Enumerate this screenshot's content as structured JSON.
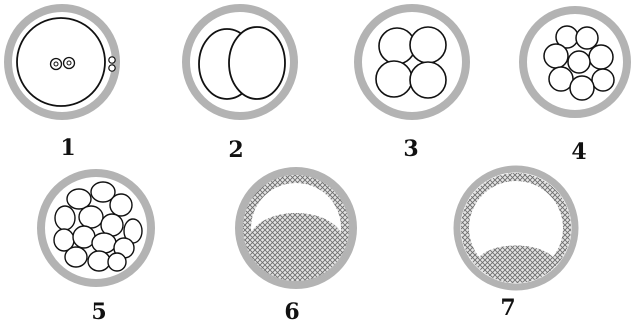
{
  "stages": [
    {
      "label": "1",
      "name": "zygote"
    },
    {
      "label": "2",
      "name": "two-cell"
    },
    {
      "label": "3",
      "name": "four-cell"
    },
    {
      "label": "4",
      "name": "eight-cell"
    },
    {
      "label": "5",
      "name": "morula"
    },
    {
      "label": "6",
      "name": "early-blastocyst"
    },
    {
      "label": "7",
      "name": "late-blastocyst"
    }
  ],
  "colors": {
    "zona": "#b3b3b3",
    "outline": "#111111",
    "cell_fill": "#ffffff",
    "hatch": "#8a8a8a"
  }
}
